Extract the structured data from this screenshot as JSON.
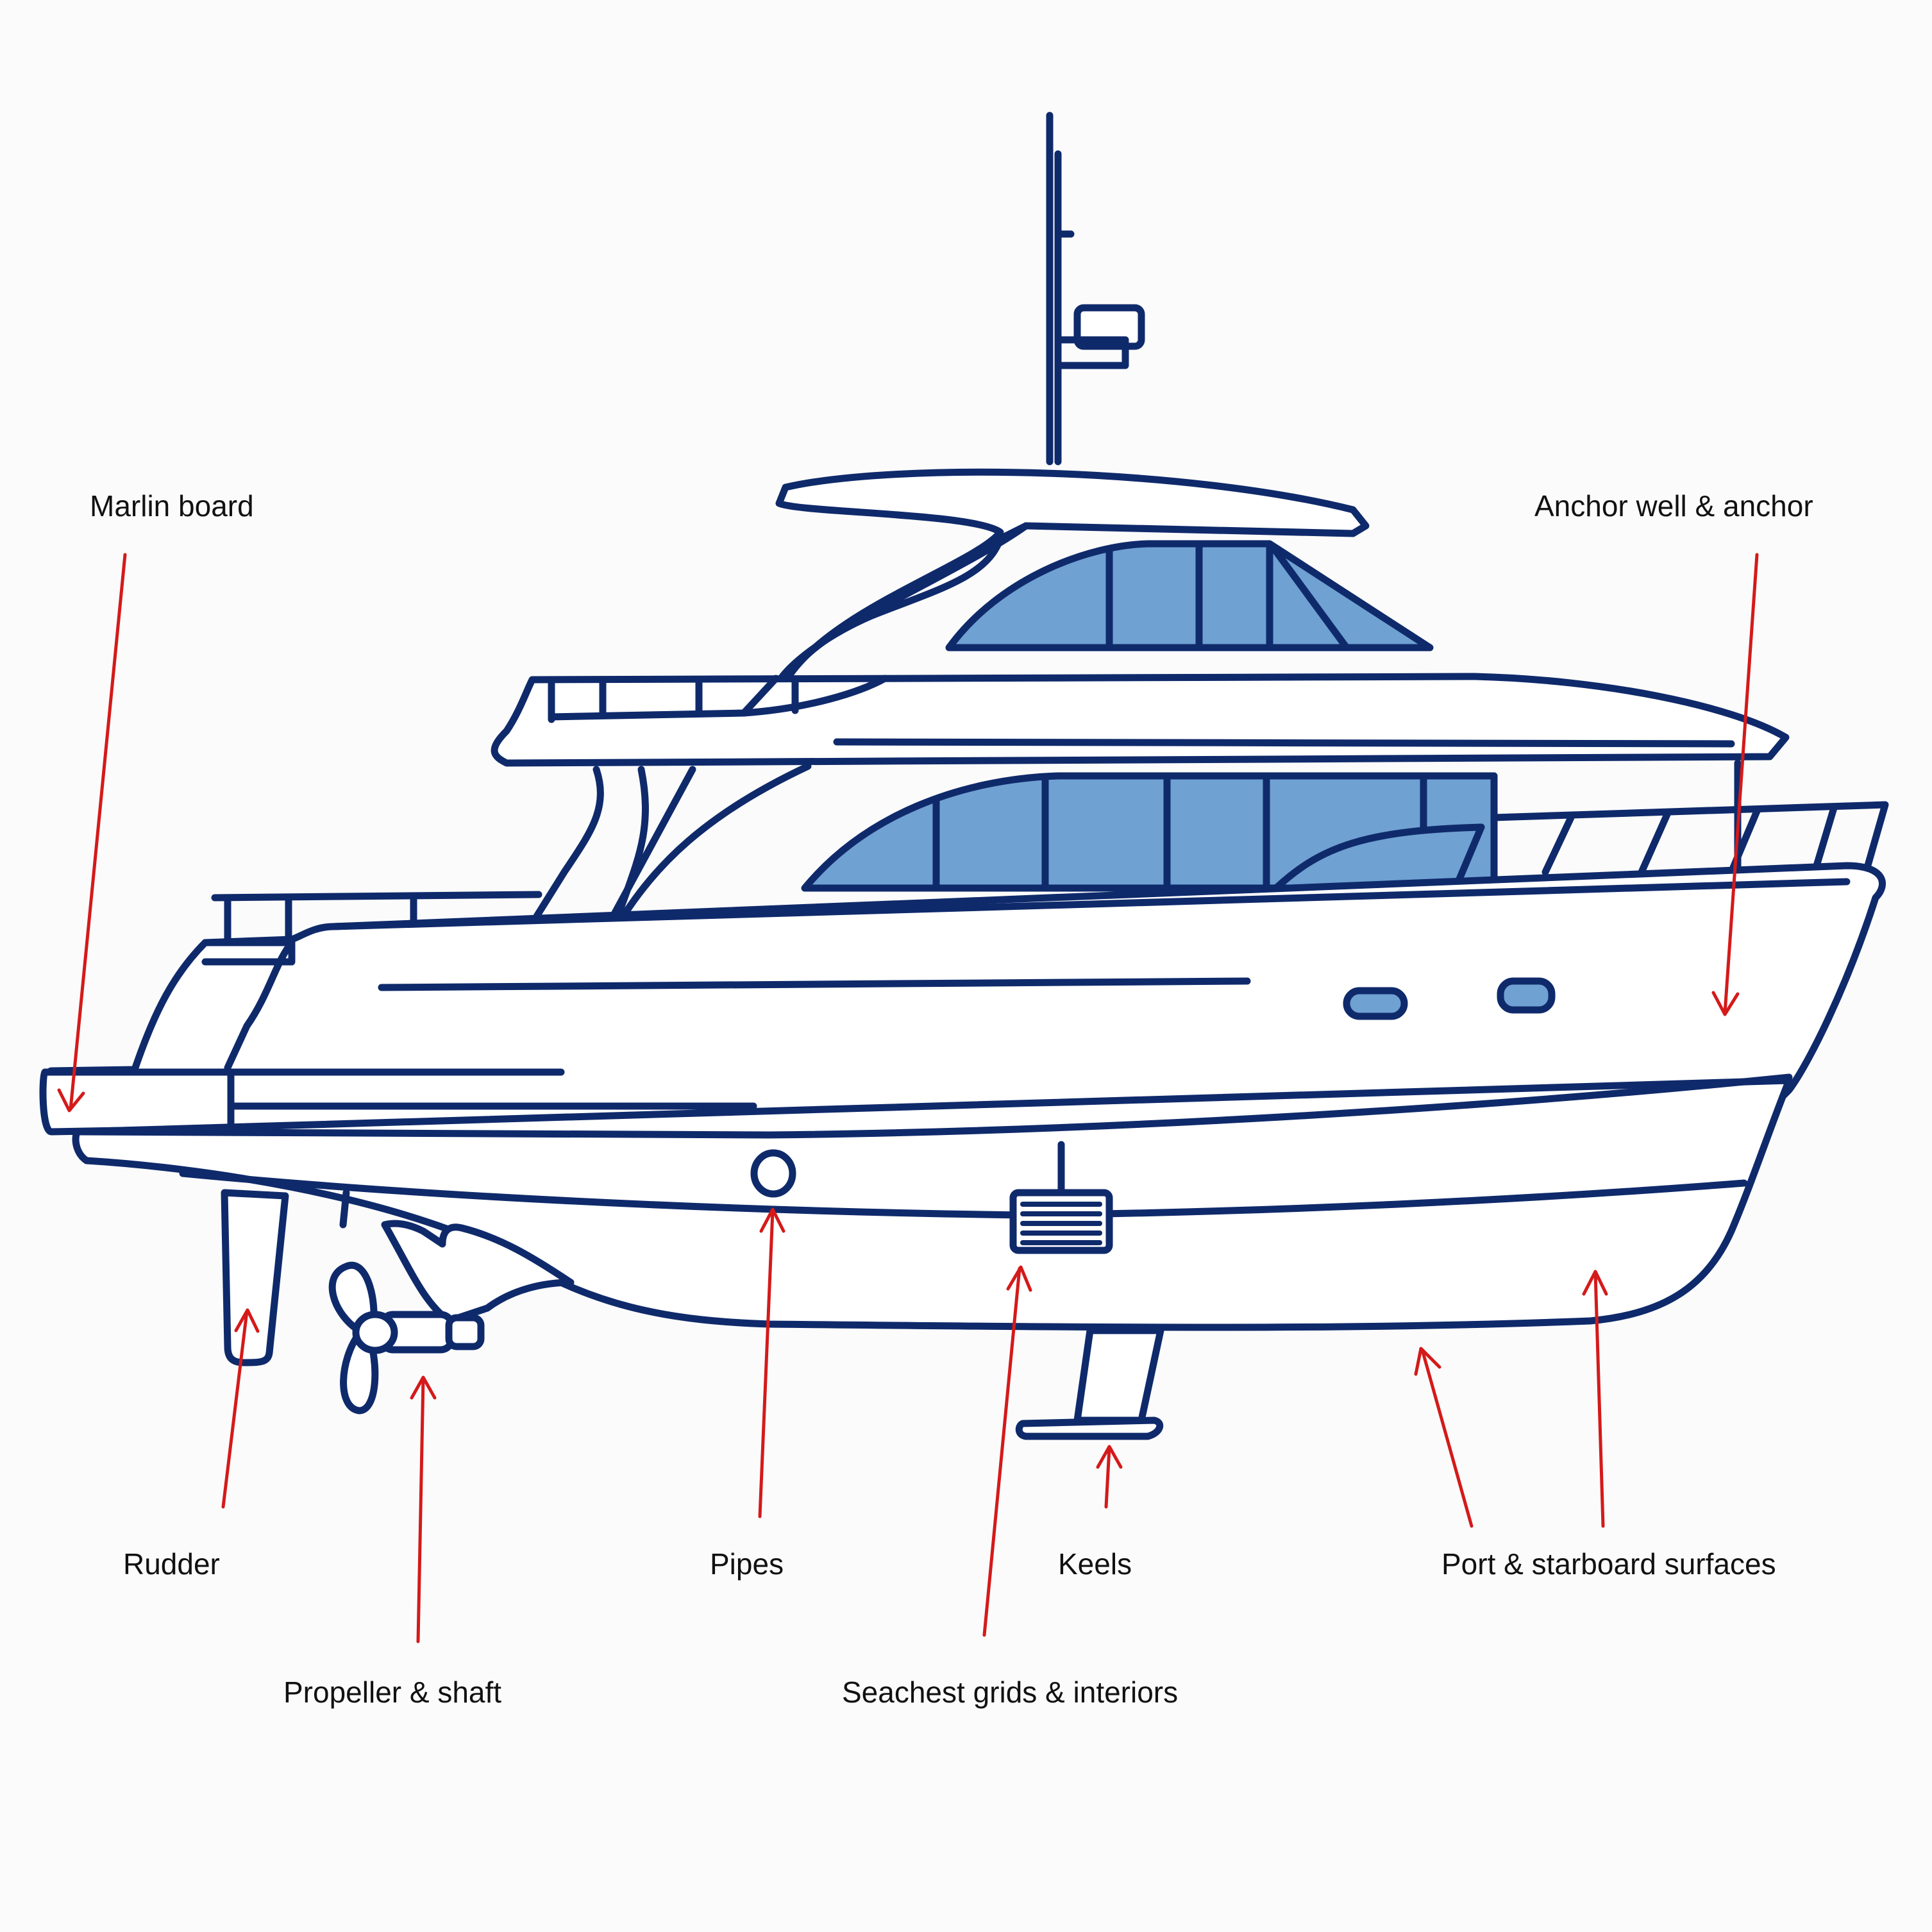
{
  "colors": {
    "outline": "#0f2a6b",
    "glass": "#6fa1d2",
    "arrow": "#d41a1a",
    "background": "#fbfbfb"
  },
  "labels": {
    "marlin_board": "Marlin board",
    "anchor_well": "Anchor well & anchor",
    "rudder": "Rudder",
    "propeller_shaft": "Propeller & shaft",
    "pipes": "Pipes",
    "keels": "Keels",
    "seachest": "Seachest grids & interiors",
    "port_starboard": "Port & starboard surfaces"
  }
}
